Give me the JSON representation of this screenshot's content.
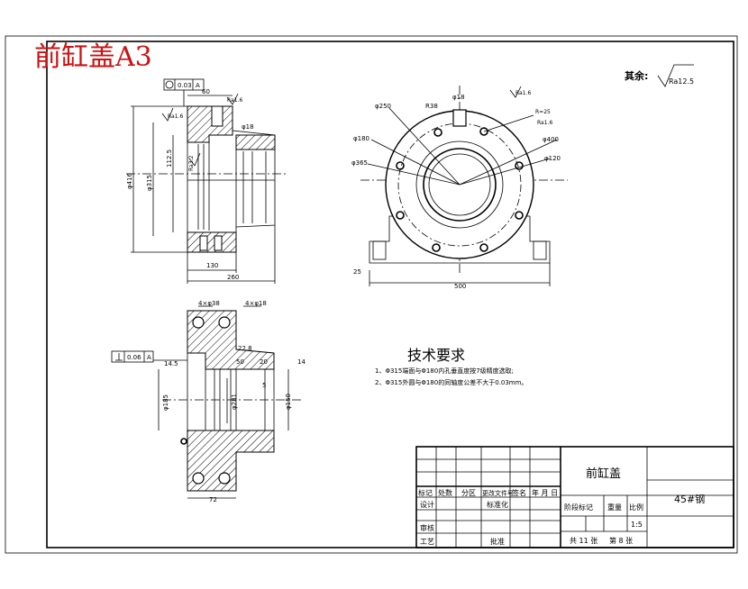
{
  "sheet": {
    "title": "前缸盖A3",
    "roughness": "其余:",
    "roughness_value": "Ra12.5"
  },
  "colors": {
    "title": "#cc1111",
    "line": "#000000"
  },
  "front_view": {
    "tolerance_frame": "0.03",
    "datum": "A",
    "dims": {
      "d_top": "60",
      "ra_left": "Ra1.6",
      "ra_top": "Ra1.6",
      "d_hole": "φ18",
      "d_outer": "φ416",
      "d_bore": "φ315",
      "d_112": "112.5",
      "ra_mid": "Ra3.2",
      "d_130": "130",
      "d_260": "260"
    }
  },
  "side_view": {
    "dims": {
      "top_hole": "φ18",
      "r_top": "R38",
      "ra1": "Ra1.6",
      "d_250": "φ250",
      "r_25": "R=25",
      "ra2": "Ra1.6",
      "d_180": "φ180",
      "d_400": "φ400",
      "d_365": "φ365",
      "d_120": "φ120",
      "d_25": "25",
      "d_500": "500"
    }
  },
  "section_view": {
    "holes_left": "4×φ38",
    "holes_right": "4×φ18",
    "tolerance_frame": "0.06",
    "datum": "A",
    "dims": {
      "d_22_8": "22.8",
      "d_14_5": "14.5",
      "d_14": "14",
      "d_50": "50",
      "d_20": "20",
      "d_5": "5",
      "d_bore_left": "φ185",
      "d_bore_mid": "φ281",
      "d_bore_right": "φ150",
      "d_72": "72"
    }
  },
  "requirements": {
    "heading": "技术要求",
    "items": [
      "1、Φ315端面与Φ180内孔垂直度按7级精度选取;",
      "2、Φ315外圆与Φ180的同轴度公差不大于0.03mm。"
    ]
  },
  "title_block": {
    "part_name": "前缸盖",
    "material": "45#钢",
    "header_cells": [
      "标记",
      "处数",
      "分区",
      "更改文件号",
      "签名",
      "年 月 日"
    ],
    "row_design": "设计",
    "row_standard": "标准化",
    "row_stage": "阶段标记",
    "row_weight": "重量",
    "row_scale": "比例",
    "scale_value": "1:5",
    "row_review": "审核",
    "row_process": "工艺",
    "row_approve": "批准",
    "sheet_total": "共 11 张",
    "sheet_no": "第 8 张"
  }
}
